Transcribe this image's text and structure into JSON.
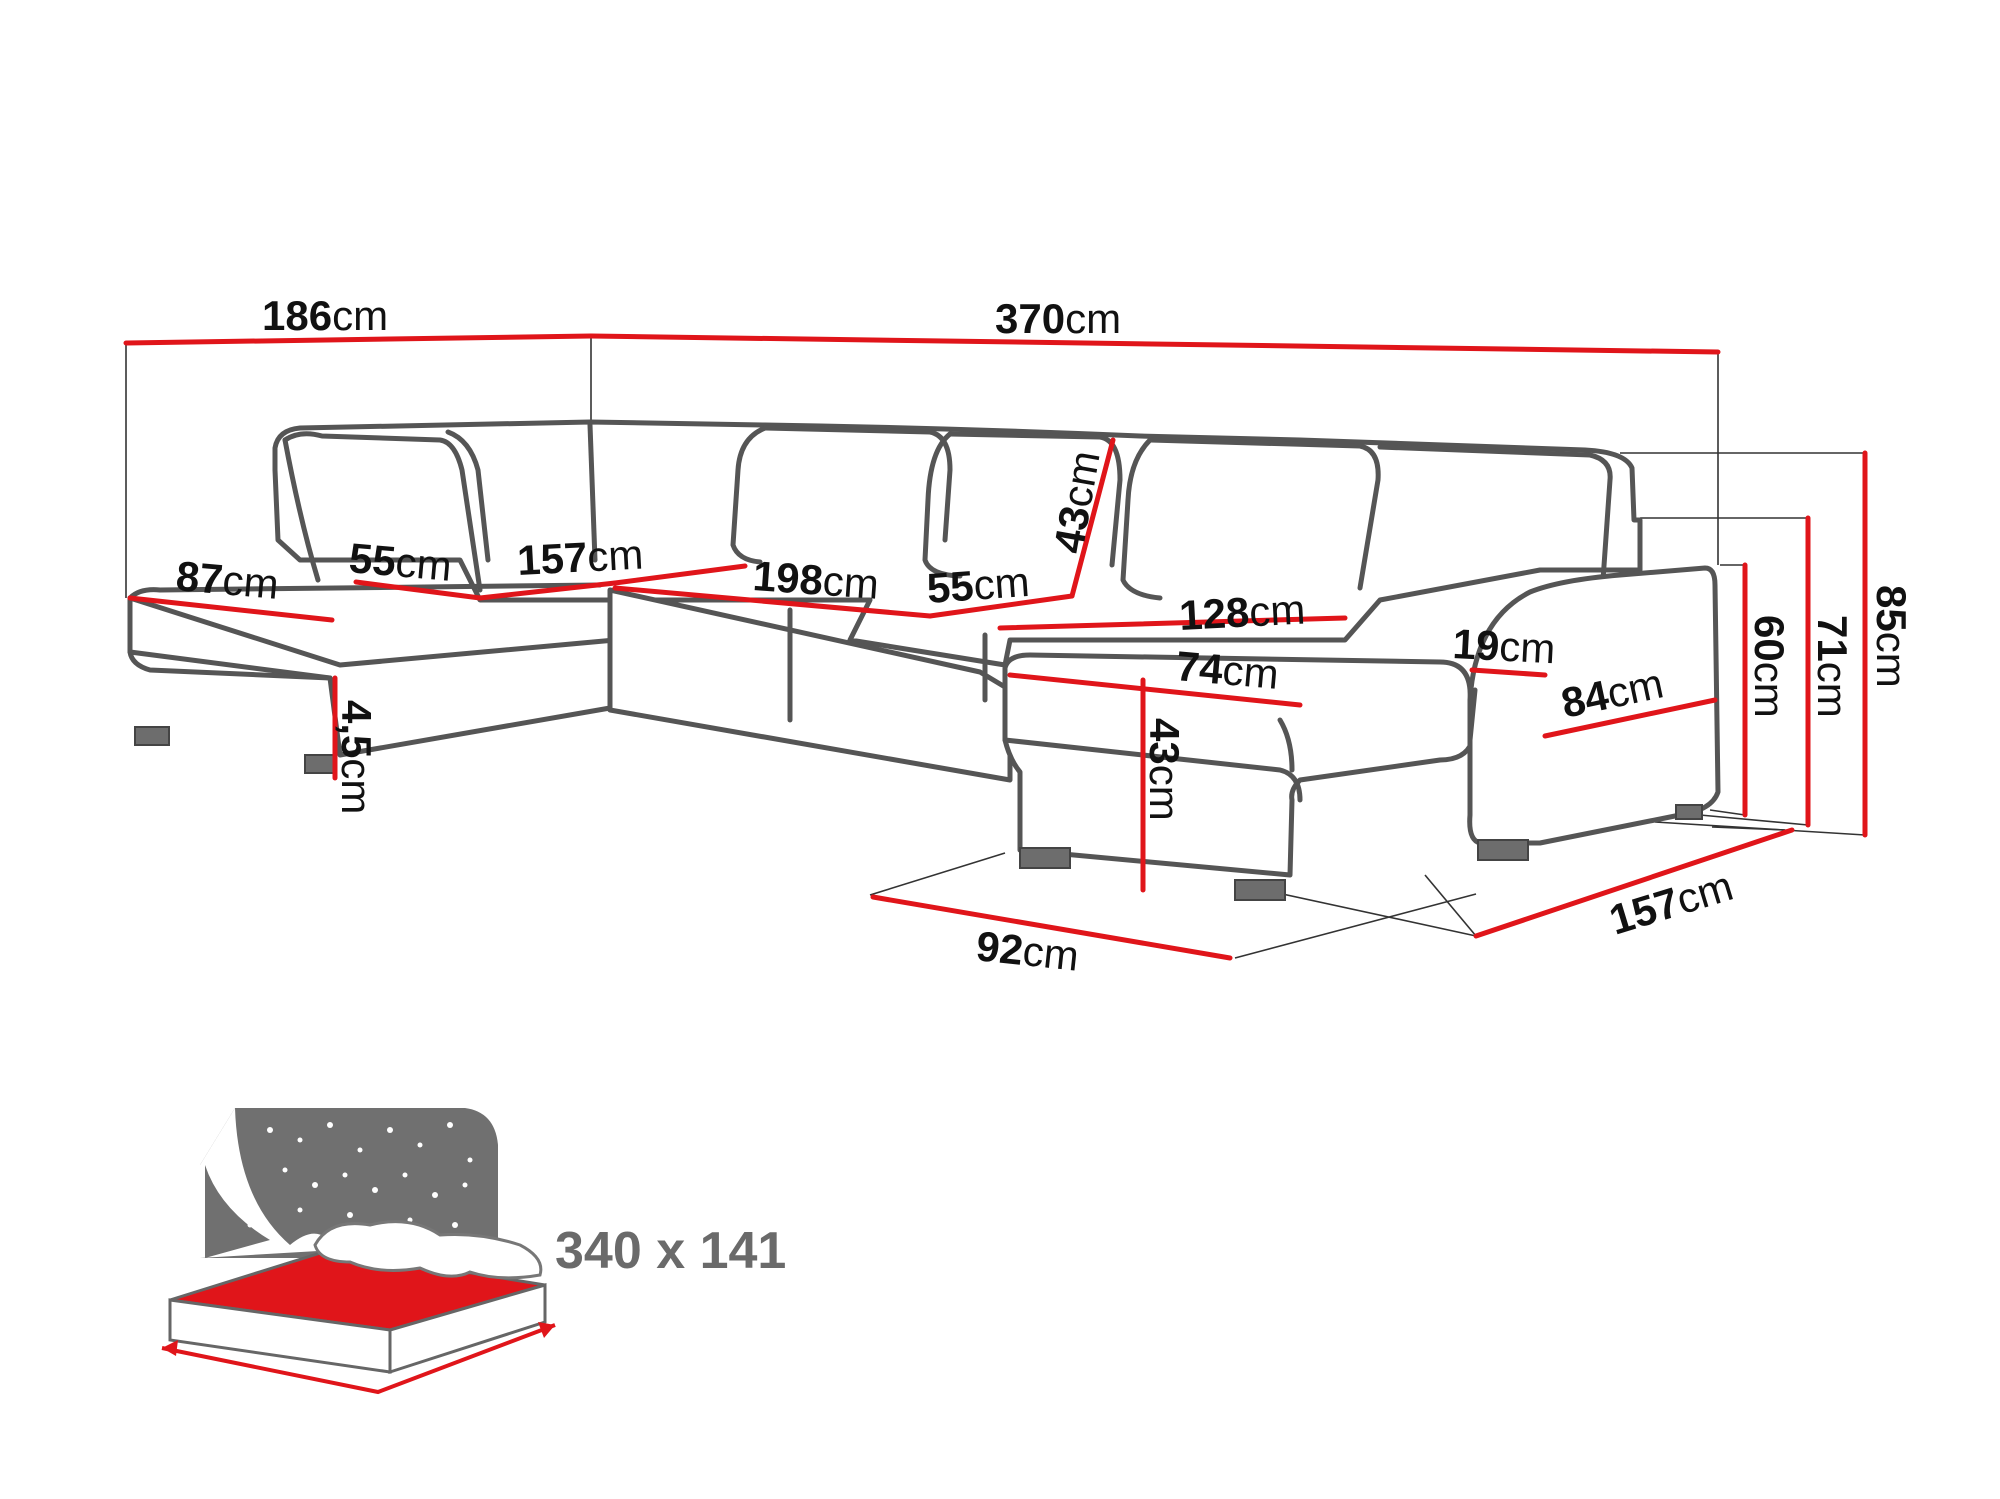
{
  "diagram": {
    "dimensions": [
      {
        "id": "width-left-section",
        "value": "186",
        "unit": "cm"
      },
      {
        "id": "width-total",
        "value": "370",
        "unit": "cm"
      },
      {
        "id": "seat-depth-left",
        "value": "87",
        "unit": "cm"
      },
      {
        "id": "seat-width-left-chaise",
        "value": "55",
        "unit": "cm"
      },
      {
        "id": "seat-width-corner",
        "value": "157",
        "unit": "cm"
      },
      {
        "id": "seat-width-middle",
        "value": "198",
        "unit": "cm"
      },
      {
        "id": "seat-width-cushion",
        "value": "55",
        "unit": "cm"
      },
      {
        "id": "backrest-height",
        "value": "43",
        "unit": "cm"
      },
      {
        "id": "seat-width-right",
        "value": "128",
        "unit": "cm"
      },
      {
        "id": "armrest-width",
        "value": "19",
        "unit": "cm"
      },
      {
        "id": "chaise-width-right",
        "value": "74",
        "unit": "cm"
      },
      {
        "id": "armrest-depth",
        "value": "84",
        "unit": "cm"
      },
      {
        "id": "seat-height",
        "value": "43",
        "unit": "cm"
      },
      {
        "id": "leg-height",
        "value": "4,5",
        "unit": "cm"
      },
      {
        "id": "armrest-height",
        "value": "60",
        "unit": "cm"
      },
      {
        "id": "back-height-mid",
        "value": "71",
        "unit": "cm"
      },
      {
        "id": "total-height",
        "value": "85",
        "unit": "cm"
      },
      {
        "id": "chaise-depth",
        "value": "92",
        "unit": "cm"
      },
      {
        "id": "depth-right",
        "value": "157",
        "unit": "cm"
      }
    ],
    "sleeping_area": "340 x 141",
    "colors": {
      "accent": "#e0151a",
      "outline": "#555555",
      "text": "#111111",
      "bed_gray": "#6e6e6e"
    }
  }
}
